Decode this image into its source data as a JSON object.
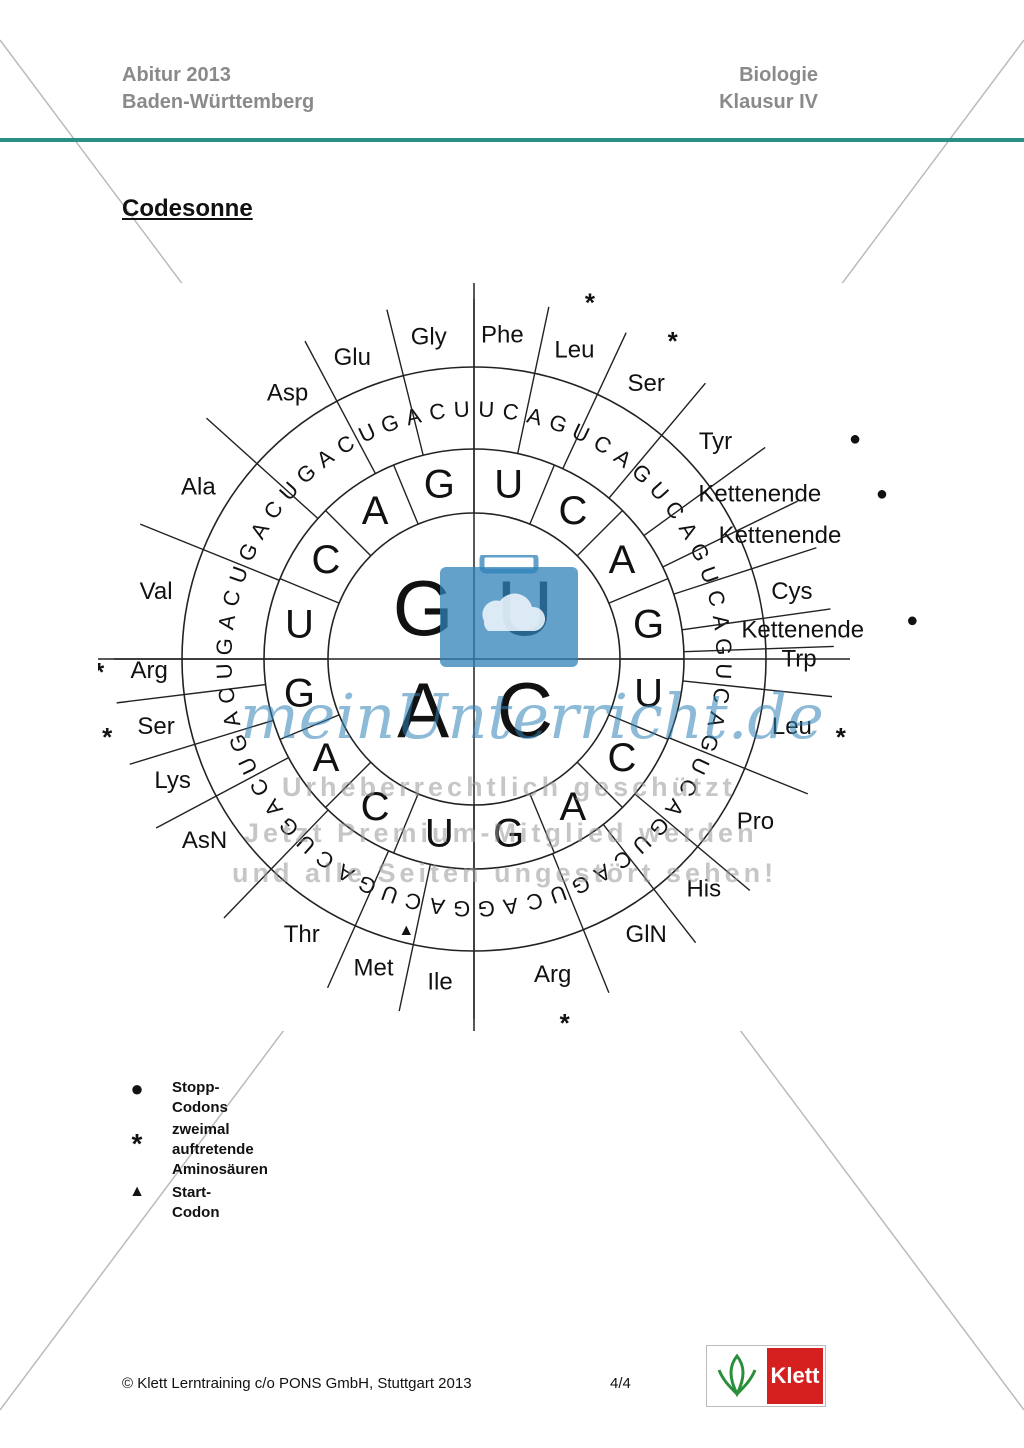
{
  "header": {
    "left_line1": "Abitur 2013",
    "left_line2": "Baden-Württemberg",
    "right_line1": "Biologie",
    "right_line2": "Klausur IV"
  },
  "title": "Codesonne",
  "codesun": {
    "inner_letters": [
      "G",
      "U",
      "A",
      "C"
    ],
    "second_ring": [
      "G",
      "U",
      "C",
      "A",
      "G",
      "U",
      "C",
      "A",
      "A",
      "C",
      "U",
      "G"
    ],
    "third_ring": [
      "U",
      "C",
      "A",
      "G",
      "U",
      "C",
      "A",
      "G",
      "U",
      "C",
      "A",
      "G",
      "U",
      "C",
      "A",
      "G",
      "U",
      "C",
      "A",
      "G",
      "U",
      "C",
      "A",
      "G",
      "U",
      "C",
      "A",
      "G",
      "U",
      "C",
      "A",
      "G",
      "G",
      "A",
      "C",
      "U",
      "G",
      "A",
      "C",
      "U",
      "G",
      "A",
      "C",
      "U",
      "G",
      "A",
      "C",
      "U",
      "G",
      "A",
      "C",
      "U",
      "G",
      "A",
      "C",
      "U",
      "G",
      "A",
      "C",
      "U",
      "G",
      "A",
      "C",
      "U"
    ],
    "amino_acids": [
      {
        "label": "Phe",
        "angle": 85
      },
      {
        "label": "Leu",
        "angle": 72
      },
      {
        "label": "Ser",
        "angle": 58
      },
      {
        "label": "Tyr",
        "angle": 42
      },
      {
        "label": "Kettenende",
        "angle": 30
      },
      {
        "label": "Kettenende",
        "angle": 22
      },
      {
        "label": "Cys",
        "angle": 12
      },
      {
        "label": "Kettenende",
        "angle": 5
      },
      {
        "label": "Trp",
        "angle": 0
      },
      {
        "label": "Leu",
        "angle": -12
      },
      {
        "label": "Pro",
        "angle": -30
      },
      {
        "label": "His",
        "angle": -45
      },
      {
        "label": "GlN",
        "angle": -58
      },
      {
        "label": "Arg",
        "angle": -76
      },
      {
        "label": "Ile",
        "angle": -96
      },
      {
        "label": "Met",
        "angle": -108
      },
      {
        "label": "Thr",
        "angle": -122
      },
      {
        "label": "AsN",
        "angle": -146
      },
      {
        "label": "Lys",
        "angle": -158
      },
      {
        "label": "Ser",
        "angle": -168
      },
      {
        "label": "Arg",
        "angle": -178
      },
      {
        "label": "Val",
        "angle": 168
      },
      {
        "label": "Ala",
        "angle": 148
      },
      {
        "label": "Asp",
        "angle": 125
      },
      {
        "label": "Glu",
        "angle": 112
      },
      {
        "label": "Gly",
        "angle": 98
      }
    ],
    "star_symbol": "*",
    "dot_symbol": "●",
    "start_symbol": "▲"
  },
  "legend": {
    "items": [
      {
        "symbol": "●",
        "text_line1": "Stopp-Codons",
        "text_line2": ""
      },
      {
        "symbol": "*",
        "text_line1": "zweimal auftretende",
        "text_line2": "Aminosäuren"
      },
      {
        "symbol": "▲",
        "text_line1": "Start-Codon",
        "text_line2": ""
      }
    ]
  },
  "footer": {
    "copyright": "© Klett Lerntraining c/o PONS GmbH, Stuttgart 2013",
    "page": "4/4",
    "logo_text": "Klett"
  },
  "watermark": {
    "brand": "meinUnterricht.de",
    "line1": "Urheberrechtlich geschützt",
    "line2": "Jetzt Premium-Mitglied werden",
    "line3": "und alle Seiten ungestört sehen!",
    "color": "#2f82b8"
  }
}
